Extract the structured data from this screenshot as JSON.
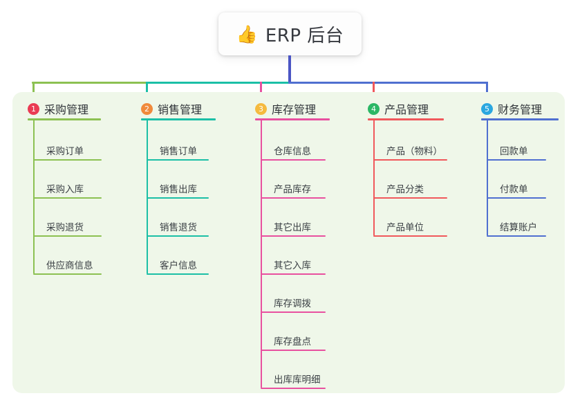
{
  "root": {
    "emoji": "👍",
    "emoji_name": "thumbs-up-icon",
    "title": "ERP 后台"
  },
  "palette": {
    "panel_bg": "#eff7e9",
    "page_bg": "#ffffff",
    "stem": "#4b55c4",
    "text": "#3a3f44"
  },
  "chart_data": {
    "type": "table",
    "title": "ERP 后台",
    "columns": [
      "采购管理",
      "销售管理",
      "库存管理",
      "产品管理",
      "财务管理"
    ]
  },
  "columns": [
    {
      "index": "1",
      "label": "采购管理",
      "badge_color": "#ea3b53",
      "line_color": "#8cc152",
      "items": [
        "采购订单",
        "采购入库",
        "采购退货",
        "供应商信息"
      ]
    },
    {
      "index": "2",
      "label": "销售管理",
      "badge_color": "#f08a3c",
      "line_color": "#1bbfa6",
      "items": [
        "销售订单",
        "销售出库",
        "销售退货",
        "客户信息"
      ]
    },
    {
      "index": "3",
      "label": "库存管理",
      "badge_color": "#f5ba3e",
      "line_color": "#e8509f",
      "items": [
        "仓库信息",
        "产品库存",
        "其它出库",
        "其它入库",
        "库存调拨",
        "库存盘点",
        "出库库明细"
      ]
    },
    {
      "index": "4",
      "label": "产品管理",
      "badge_color": "#2bb765",
      "line_color": "#f0585b",
      "items": [
        "产品（物料）",
        "产品分类",
        "产品单位"
      ]
    },
    {
      "index": "5",
      "label": "财务管理",
      "badge_color": "#2ba7e0",
      "line_color": "#4f6fd0",
      "items": [
        "回款单",
        "付款单",
        "结算账户"
      ]
    }
  ]
}
